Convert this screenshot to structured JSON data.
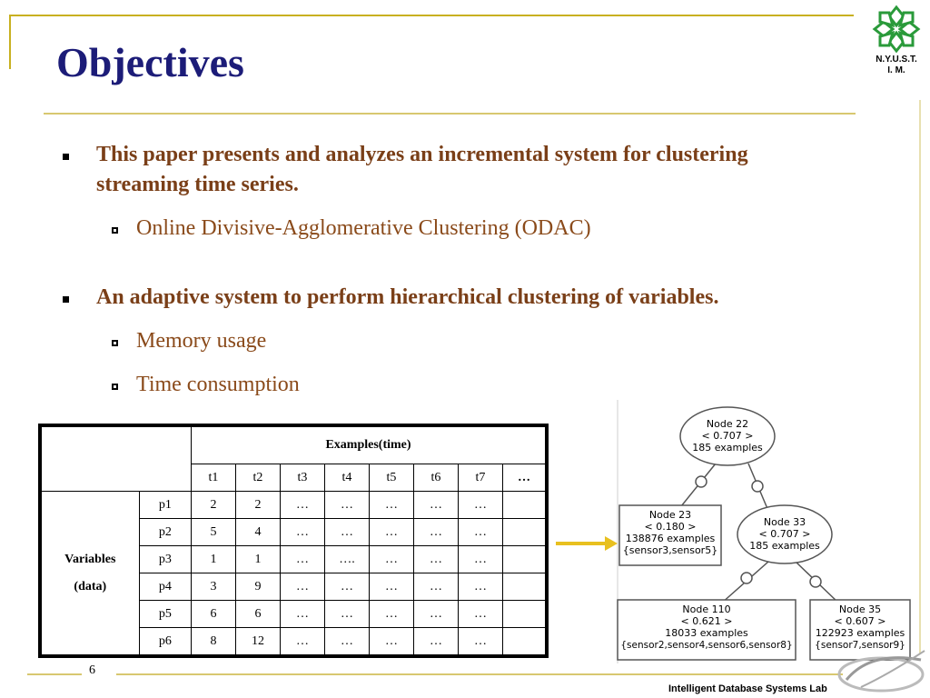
{
  "title": "Objectives",
  "logo": {
    "line1": "N.Y.U.S.T.",
    "line2": "I. M."
  },
  "bullets": [
    {
      "text_line1": "This paper presents and analyzes an incremental system for clustering",
      "text_line2": "streaming time series.",
      "subs": [
        "Online Divisive-Agglomerative Clustering (ODAC)"
      ]
    },
    {
      "text_line1": "An adaptive system to perform hierarchical clustering of variables.",
      "subs": [
        "Memory usage",
        "Time consumption"
      ]
    }
  ],
  "table": {
    "header": "Examples(time)",
    "time_cols": [
      "t1",
      "t2",
      "t3",
      "t4",
      "t5",
      "t6",
      "t7",
      "…"
    ],
    "row_label_line1": "Variables",
    "row_label_line2": "(data)",
    "rows": [
      {
        "name": "p1",
        "cells": [
          "2",
          "2",
          "…",
          "…",
          "…",
          "…",
          "…",
          ""
        ]
      },
      {
        "name": "p2",
        "cells": [
          "5",
          "4",
          "…",
          "…",
          "…",
          "…",
          "…",
          ""
        ]
      },
      {
        "name": "p3",
        "cells": [
          "1",
          "1",
          "…",
          "….",
          "…",
          "…",
          "…",
          ""
        ]
      },
      {
        "name": "p4",
        "cells": [
          "3",
          "9",
          "…",
          "…",
          "…",
          "…",
          "…",
          ""
        ]
      },
      {
        "name": "p5",
        "cells": [
          "6",
          "6",
          "…",
          "…",
          "…",
          "…",
          "…",
          ""
        ]
      },
      {
        "name": "p6",
        "cells": [
          "8",
          "12",
          "…",
          "…",
          "…",
          "…",
          "…",
          ""
        ]
      }
    ]
  },
  "tree": {
    "node22": [
      "Node 22",
      "< 0.707 >",
      "185 examples"
    ],
    "node23": [
      "Node 23",
      "< 0.180 >",
      "138876 examples",
      "{sensor3,sensor5}"
    ],
    "node33": [
      "Node 33",
      "< 0.707 >",
      "185 examples"
    ],
    "node110": [
      "Node 110",
      "< 0.621 >",
      "18033 examples",
      "{sensor2,sensor4,sensor6,sensor8}"
    ],
    "node35": [
      "Node 35",
      "< 0.607 >",
      "122923 examples",
      "{sensor7,sensor9}"
    ]
  },
  "slide_number": "6",
  "footer": "Intelligent Database Systems Lab",
  "colors": {
    "title": "#1c1c78",
    "bullet": "#7a3f18",
    "accent": "#c8b020",
    "sub": "#7a3f18"
  }
}
